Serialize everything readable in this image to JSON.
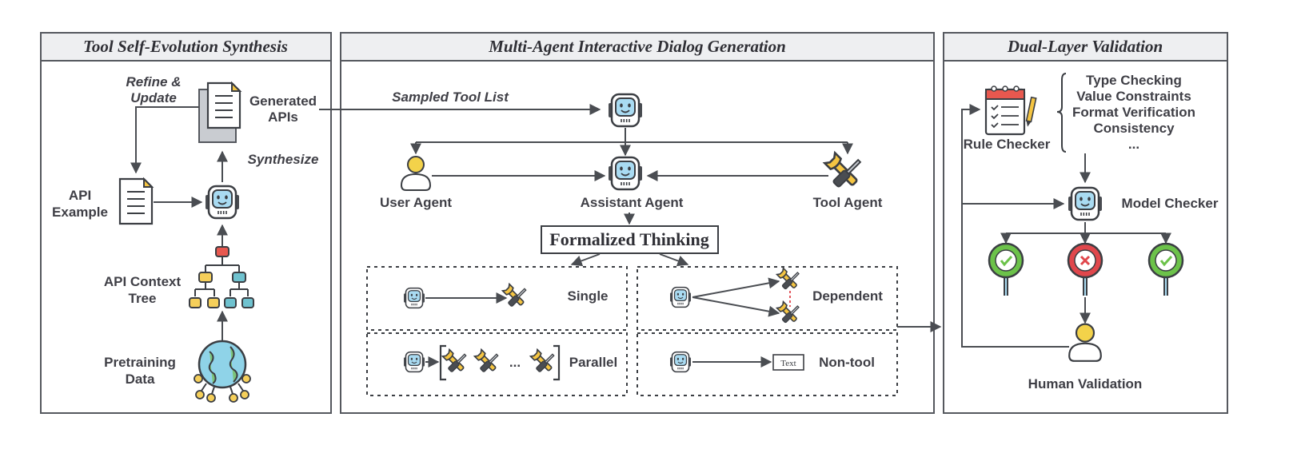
{
  "panels": {
    "left": {
      "title": "Tool Self-Evolution Synthesis",
      "refine_label_1": "Refine &",
      "refine_label_2": "Update",
      "generated_apis_1": "Generated",
      "generated_apis_2": "APIs",
      "synthesize": "Synthesize",
      "api_example_1": "API",
      "api_example_2": "Example",
      "api_context_1": "API Context",
      "api_context_2": "Tree",
      "pretraining_1": "Pretraining",
      "pretraining_2": "Data"
    },
    "middle": {
      "title": "Multi-Agent Interactive Dialog Generation",
      "sampled_tool_list": "Sampled Tool List",
      "user_agent": "User Agent",
      "assistant_agent": "Assistant Agent",
      "tool_agent": "Tool Agent",
      "formalized_thinking": "Formalized Thinking",
      "single": "Single",
      "dependent": "Dependent",
      "parallel": "Parallel",
      "ellipsis": "...",
      "non_tool": "Non-tool",
      "text_box": "Text"
    },
    "right": {
      "title": "Dual-Layer Validation",
      "rule_checker": "Rule Checker",
      "checks": [
        "Type Checking",
        "Value Constraints",
        "Format Verification",
        "Consistency",
        "..."
      ],
      "model_checker": "Model Checker",
      "human_validation": "Human Validation"
    }
  },
  "colors": {
    "robot_screen": "#a9dbf2",
    "wrench": "#f5c542",
    "check_green": "#6cc24a",
    "cross_red": "#e0474c",
    "person_yellow": "#f3d24a",
    "globe_blue": "#8fd3e8",
    "globe_green": "#7cc47a",
    "tree_red": "#e8584f",
    "tree_yellow": "#f5cf5a",
    "tree_teal": "#6fc2cf",
    "header_bg": "#eeeff1",
    "frame": "#55585e"
  }
}
